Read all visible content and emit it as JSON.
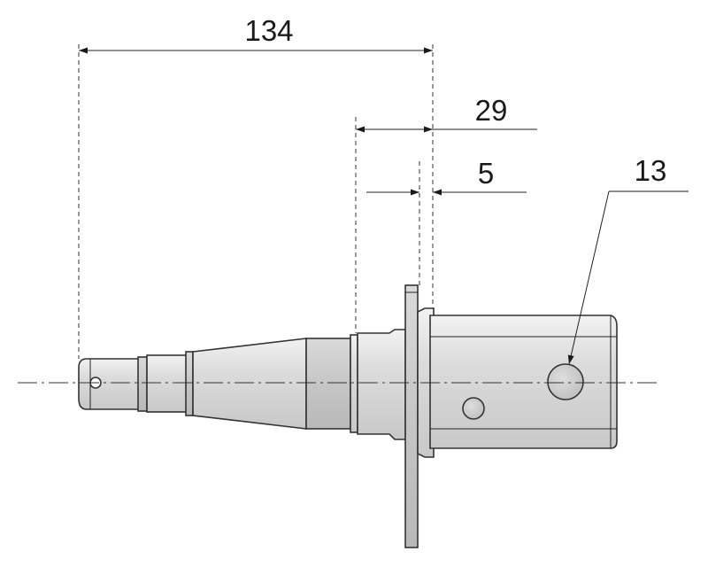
{
  "drawing": {
    "dimensions": [
      {
        "id": "overall-length",
        "label": "134"
      },
      {
        "id": "spindle-to-flange",
        "label": "29"
      },
      {
        "id": "flange-thickness",
        "label": "5"
      },
      {
        "id": "hole-diameter",
        "label": "13"
      }
    ],
    "colors": {
      "part_fill": "#d8d8d8",
      "part_shade": "#c4c4c4",
      "part_light": "#eeeeee",
      "lines": "#333333",
      "background": "#ffffff"
    }
  }
}
